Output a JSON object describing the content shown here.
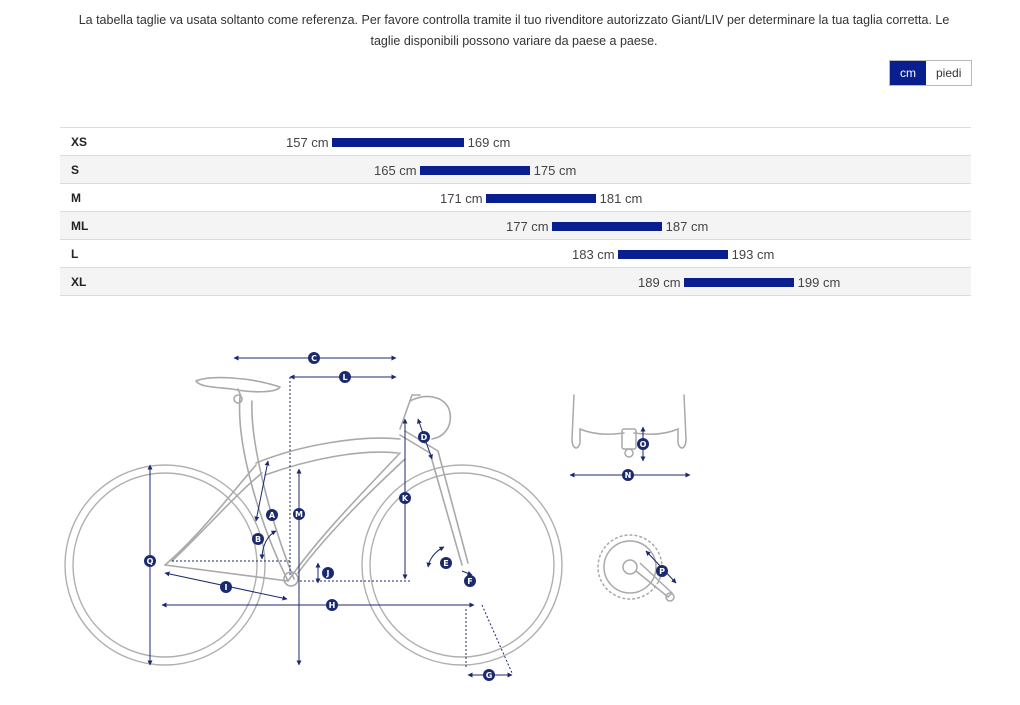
{
  "disclaimer": {
    "line1": "La tabella taglie va usata soltanto come referenza. Per favore controlla tramite il tuo rivenditore autorizzato Giant/LIV per determinare la tua taglia corretta. Le",
    "line2": "taglie disponibili possono variare da paese a paese."
  },
  "unit_toggle": {
    "options": [
      {
        "label": "cm",
        "active": true
      },
      {
        "label": "piedi",
        "active": false
      }
    ]
  },
  "size_chart": {
    "unit": "cm",
    "axis_min": 145,
    "axis_max": 205,
    "rows": [
      {
        "size": "XS",
        "min": 157,
        "max": 169,
        "min_label": "157 cm",
        "max_label": "169 cm"
      },
      {
        "size": "S",
        "min": 165,
        "max": 175,
        "min_label": "165 cm",
        "max_label": "175 cm"
      },
      {
        "size": "M",
        "min": 171,
        "max": 181,
        "min_label": "171 cm",
        "max_label": "181 cm"
      },
      {
        "size": "ML",
        "min": 177,
        "max": 187,
        "min_label": "177 cm",
        "max_label": "187 cm"
      },
      {
        "size": "L",
        "min": 183,
        "max": 193,
        "min_label": "183 cm",
        "max_label": "193 cm"
      },
      {
        "size": "XL",
        "min": 189,
        "max": 199,
        "min_label": "189 cm",
        "max_label": "199 cm"
      }
    ]
  },
  "geometry_labels": {
    "A": "A",
    "B": "B",
    "C": "C",
    "D": "D",
    "E": "E",
    "F": "F",
    "G": "G",
    "H": "H",
    "I": "I",
    "J": "J",
    "K": "K",
    "L": "L",
    "M": "M",
    "N": "N",
    "O": "O",
    "P": "P",
    "Q": "Q"
  },
  "colors": {
    "accent": "#0a1f8f",
    "callout": "#1b2a6e",
    "bike_outline": "#b0b0b0"
  }
}
